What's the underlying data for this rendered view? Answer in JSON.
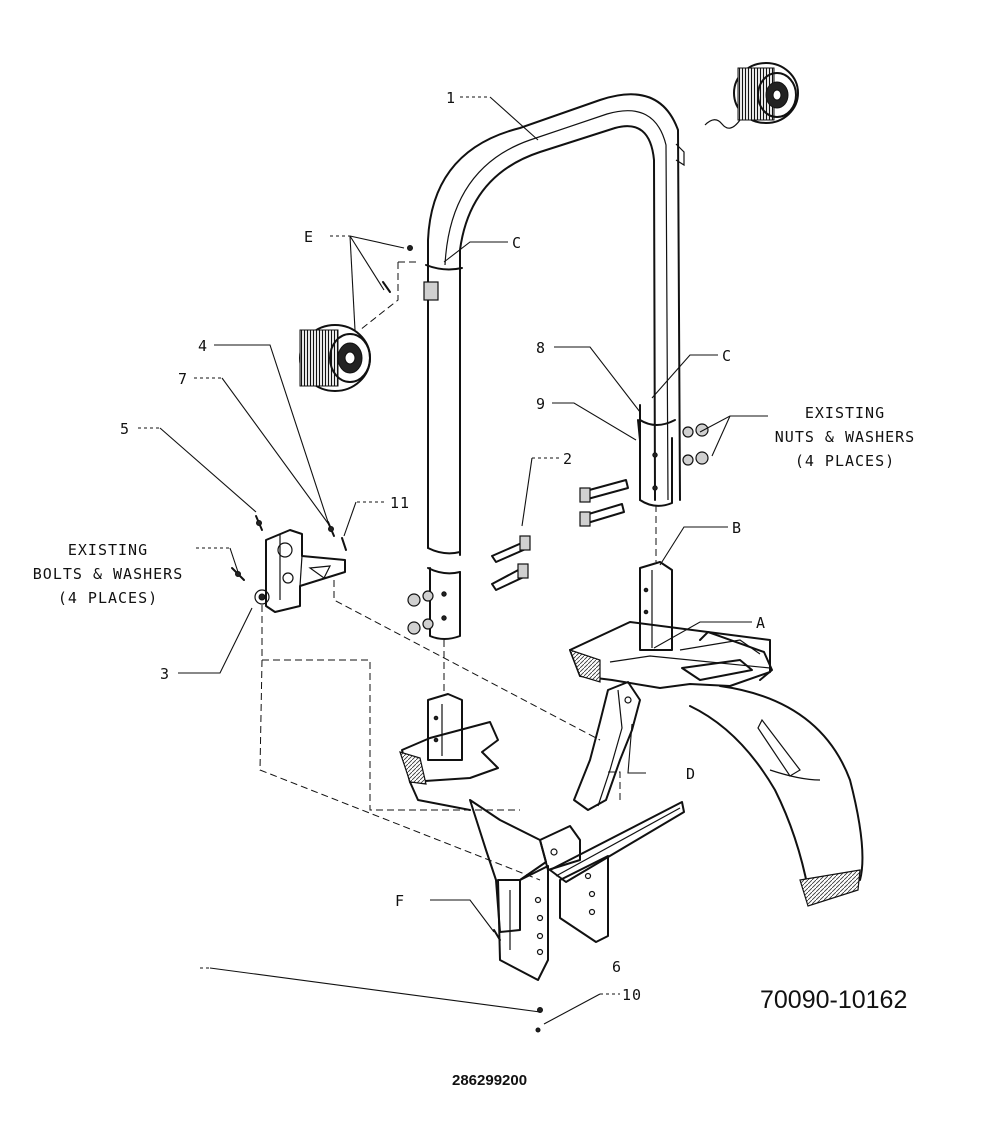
{
  "callouts": {
    "c1": "1",
    "c2": "2",
    "c3": "3",
    "c4": "4",
    "c5": "5",
    "c6": "6",
    "c7": "7",
    "c8": "8",
    "c9": "9",
    "c10": "10",
    "c11": "11",
    "cA": "A",
    "cB": "B",
    "cC_top": "C",
    "cC_right": "C",
    "cD": "D",
    "cE": "E",
    "cF": "F"
  },
  "notes": {
    "existing_nuts": [
      "EXISTING",
      "NUTS & WASHERS",
      "(4 PLACES)"
    ],
    "existing_bolts": [
      "EXISTING",
      "BOLTS & WASHERS",
      "(4 PLACES)"
    ]
  },
  "drawing_number": "70090-10162",
  "part_number": "286299200"
}
